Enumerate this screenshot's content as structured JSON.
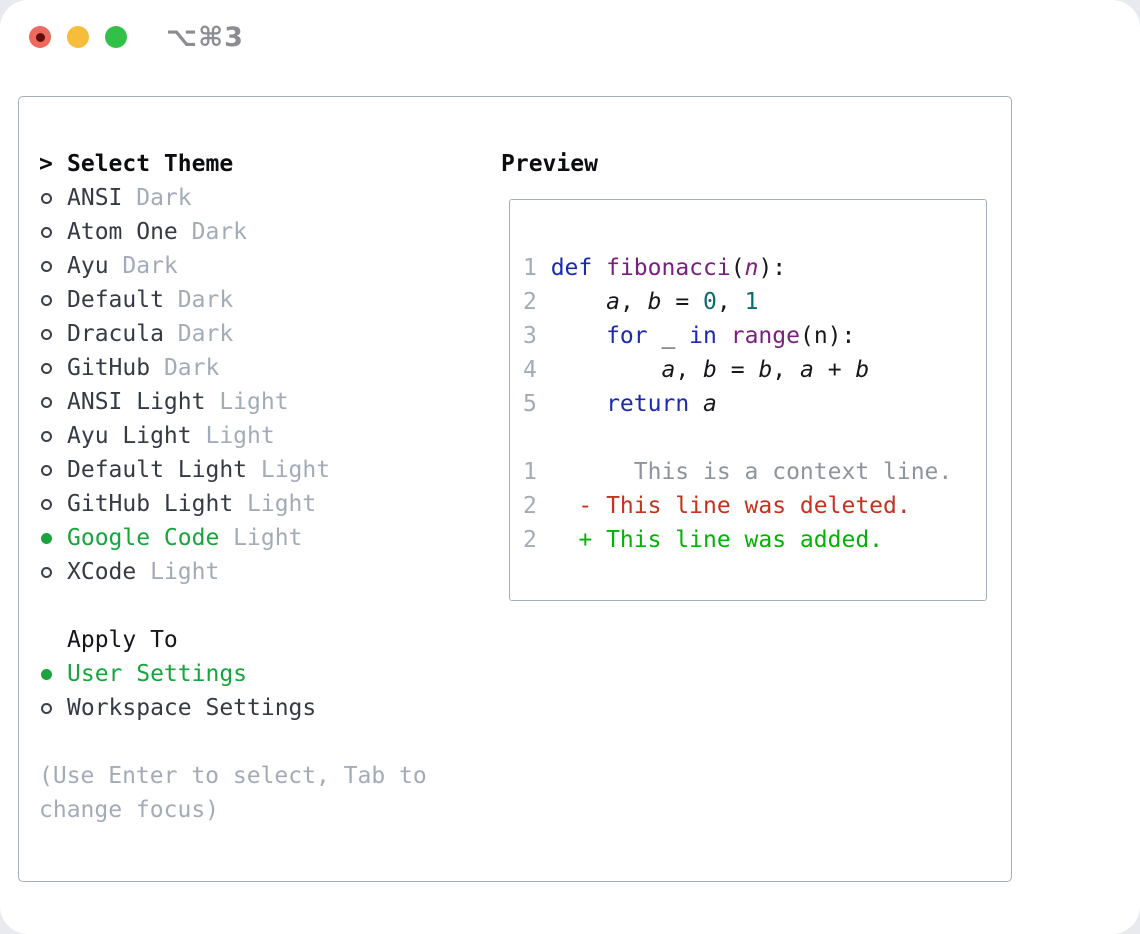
{
  "window": {
    "title": "⌥⌘3"
  },
  "icons": {
    "radio_unselected": "circle-outline",
    "radio_selected": "circle-filled-green",
    "selection_caret": ">",
    "traffic_lights": [
      "close-red",
      "minimize-yellow",
      "zoom-green"
    ]
  },
  "colors": {
    "page_bg": "#e9eaef",
    "window_bg": "#ffffff",
    "panel_border": "#a6adbb",
    "header_text": "#0c0d10",
    "item_text": "#363a44",
    "muted_text": "#a4abb8",
    "ui_green": "#17a53c",
    "keyword_blue": "#1b2ab0",
    "function_purple": "#79207f",
    "number_teal": "#0d6a6e",
    "diff_context_gray": "#8e949e",
    "diff_delete_red": "#c4331d",
    "diff_add_green": "#04b104",
    "traffic_red": "#ee6a5e",
    "traffic_yellow": "#f5bd3a",
    "traffic_green": "#33c048"
  },
  "panel": {
    "themes": {
      "header_marker": ">",
      "header": "Select Theme",
      "items": [
        {
          "name": "ANSI",
          "variant": "Dark",
          "state": "unselected"
        },
        {
          "name": "Atom One",
          "variant": "Dark",
          "state": "unselected"
        },
        {
          "name": "Ayu",
          "variant": "Dark",
          "state": "unselected"
        },
        {
          "name": "Default",
          "variant": "Dark",
          "state": "unselected"
        },
        {
          "name": "Dracula",
          "variant": "Dark",
          "state": "unselected"
        },
        {
          "name": "GitHub",
          "variant": "Dark",
          "state": "unselected"
        },
        {
          "name": "ANSI Light",
          "variant": "Light",
          "state": "unselected"
        },
        {
          "name": "Ayu Light",
          "variant": "Light",
          "state": "unselected"
        },
        {
          "name": "Default Light",
          "variant": "Light",
          "state": "unselected"
        },
        {
          "name": "GitHub Light",
          "variant": "Light",
          "state": "unselected"
        },
        {
          "name": "Google Code",
          "variant": "Light",
          "state": "selected"
        },
        {
          "name": "XCode",
          "variant": "Light",
          "state": "unselected"
        }
      ]
    },
    "apply_to": {
      "header": "Apply To",
      "items": [
        {
          "name": "User Settings",
          "state": "selected"
        },
        {
          "name": "Workspace Settings",
          "state": "unselected"
        }
      ]
    },
    "hint": [
      "(Use Enter to select, Tab to",
      "change focus)"
    ]
  },
  "preview": {
    "title": "Preview",
    "code_lines": [
      {
        "num": "1",
        "segments": [
          {
            "c": "kw",
            "t": "def"
          },
          {
            "c": "pl",
            "t": " "
          },
          {
            "c": "fn",
            "t": "fibonacci"
          },
          {
            "c": "pl",
            "t": "("
          },
          {
            "c": "prm",
            "t": "n"
          },
          {
            "c": "pl",
            "t": "):"
          }
        ]
      },
      {
        "num": "2",
        "segments": [
          {
            "c": "pl",
            "t": "    "
          },
          {
            "c": "var",
            "t": "a"
          },
          {
            "c": "pl",
            "t": ", "
          },
          {
            "c": "var",
            "t": "b"
          },
          {
            "c": "pl",
            "t": " = "
          },
          {
            "c": "num",
            "t": "0"
          },
          {
            "c": "pl",
            "t": ", "
          },
          {
            "c": "num",
            "t": "1"
          }
        ]
      },
      {
        "num": "3",
        "segments": [
          {
            "c": "pl",
            "t": "    "
          },
          {
            "c": "kw",
            "t": "for"
          },
          {
            "c": "pl",
            "t": " _ "
          },
          {
            "c": "kw",
            "t": "in"
          },
          {
            "c": "pl",
            "t": " "
          },
          {
            "c": "fn",
            "t": "range"
          },
          {
            "c": "pl",
            "t": "(n):"
          }
        ]
      },
      {
        "num": "4",
        "segments": [
          {
            "c": "pl",
            "t": "        "
          },
          {
            "c": "var",
            "t": "a"
          },
          {
            "c": "pl",
            "t": ", "
          },
          {
            "c": "var",
            "t": "b"
          },
          {
            "c": "pl",
            "t": " = "
          },
          {
            "c": "var",
            "t": "b"
          },
          {
            "c": "pl",
            "t": ", "
          },
          {
            "c": "var",
            "t": "a"
          },
          {
            "c": "pl",
            "t": " + "
          },
          {
            "c": "var",
            "t": "b"
          }
        ]
      },
      {
        "num": "5",
        "segments": [
          {
            "c": "pl",
            "t": "    "
          },
          {
            "c": "kw",
            "t": "return"
          },
          {
            "c": "pl",
            "t": " "
          },
          {
            "c": "var",
            "t": "a"
          }
        ]
      }
    ],
    "diff_lines": [
      {
        "num": "1",
        "segments": [
          {
            "c": "ctx",
            "t": "      This is a context line."
          }
        ]
      },
      {
        "num": "2",
        "segments": [
          {
            "c": "del",
            "t": "  - This line was deleted."
          }
        ]
      },
      {
        "num": "2",
        "segments": [
          {
            "c": "add",
            "t": "  + This line was added."
          }
        ]
      }
    ]
  }
}
